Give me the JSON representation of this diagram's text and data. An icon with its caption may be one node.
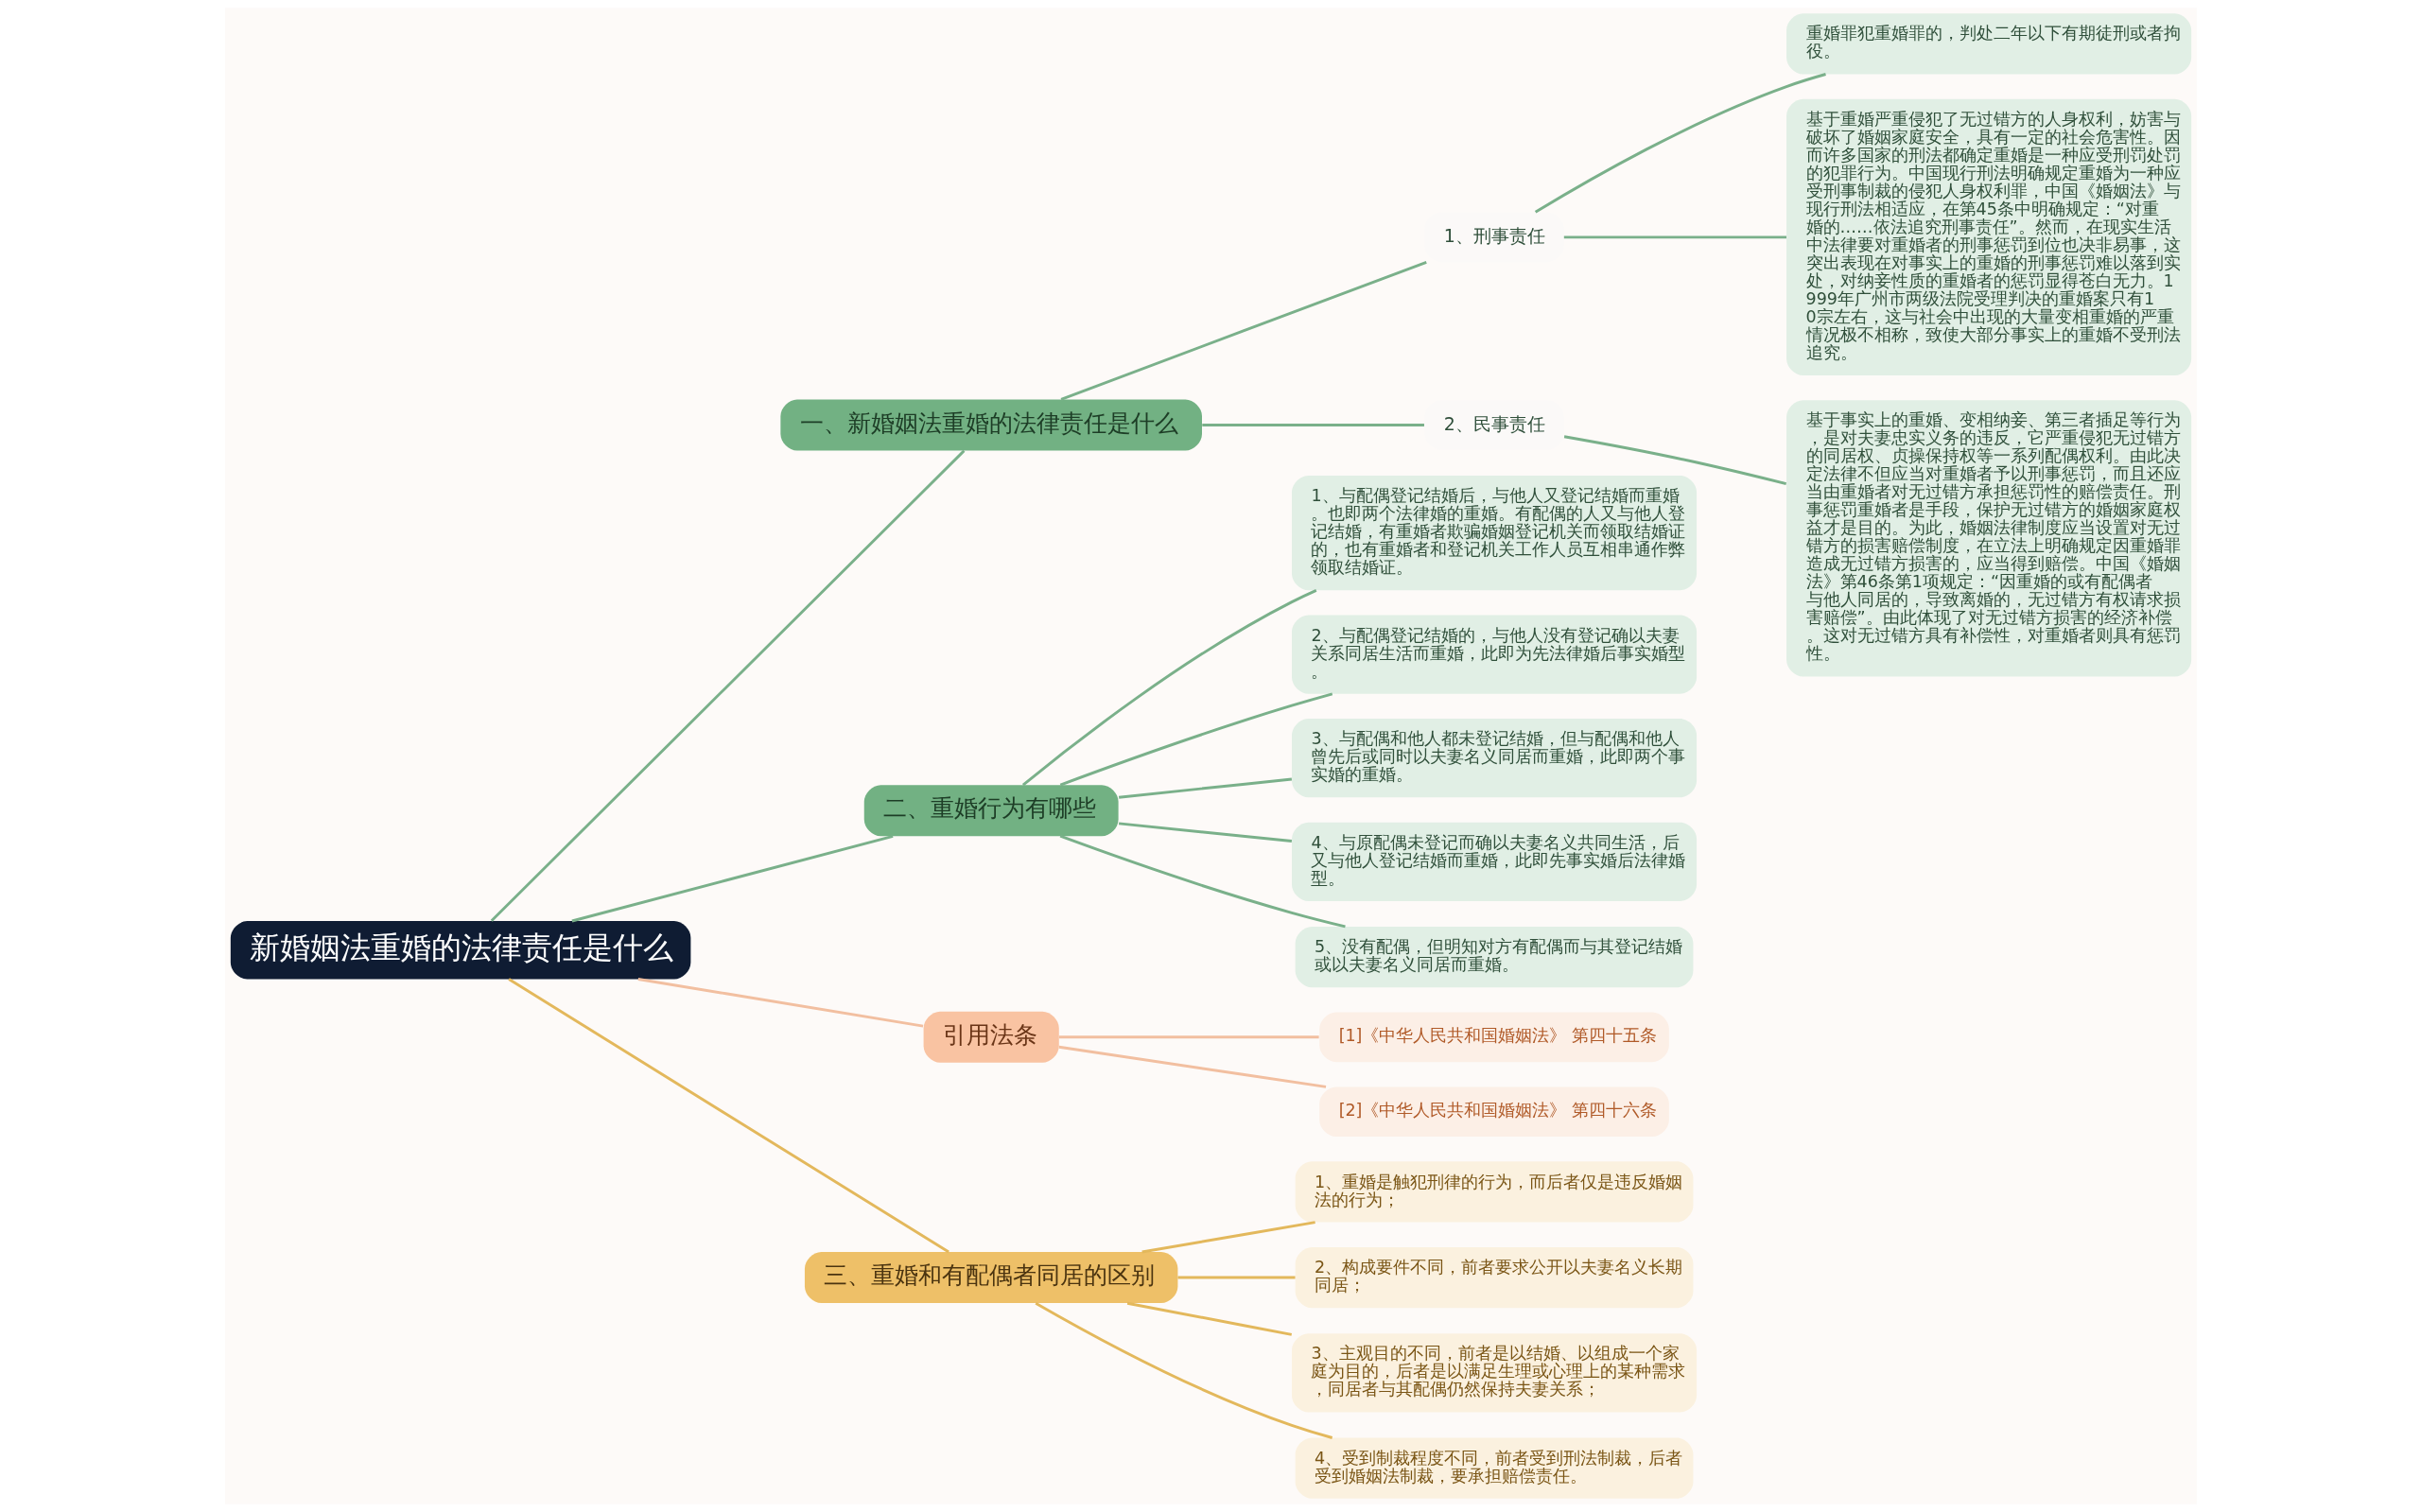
{
  "diagram": {
    "nodes": [
      {
        "text": [
          "新婚姻法重婚的法律责任是什么"
        ]
      },
      {
        "text": [
          "一、新婚姻法重婚的法律责任是什么"
        ]
      },
      {
        "text": [
          "1、刑事责任"
        ]
      },
      {
        "text": [
          "重婚罪犯重婚罪的，判处二年以下有期徒刑或者拘役。"
        ]
      },
      {
        "text": [
          "基于重婚严重侵犯了无过错方的人身权利，妨害与破坏了婚姻家庭安全，具有一定的社会危害性。因而许多国家的刑法都确定重婚是一种应受刑罚处罚的犯罪行为。中国现行刑法明确规定重婚为一种应受刑事制裁的侵犯人身权利罪，中国《婚姻法》与现行刑法相适应，在第45条中明确规定：“对重婚的……依法追究刑事责任”。然而，在现实生活中法律要对重婚者的刑事惩罚到位也决非易事，这突出表现在对事实上的重婚的刑事惩罚难以落到实处，对纳妾性质的重婚者的惩罚显得苍白无力。1999年广州市两级法院受理判决的重婚案只有10宗左右，这与社会中出现的大量变相重婚的严重情况极不相称，致使大部分事实上的重婚不受刑法追究。"
        ]
      },
      {
        "text": [
          "2、民事责任"
        ]
      },
      {
        "text": [
          "基于事实上的重婚、变相纳妾、第三者插足等行为，是对夫妻忠实义务的违反，它严重侵犯无过错方的同居权、贞操保持权等一系列配偶权利。由此决定法律不但应当对重婚者予以刑事惩罚，而且还应当由重婚者对无过错方承担惩罚性的赔偿责任。刑事惩罚重婚者是手段，保护无过错方的婚姻家庭权益才是目的。为此，婚姻法律制度应当设置对无过错方的损害赔偿制度，在立法上明确规定因重婚罪造成无过错方损害的，应当得到赔偿。中国《婚姻法》第46条第1项规定：“因重婚的或有配偶者与他人同居的，导致离婚的，无过错方有权请求损害赔偿”。由此体现了对无过错方损害的经济补偿。这对无过错方具有补偿性，对重婚者则具有惩罚性。"
        ]
      },
      {
        "text": [
          "二、重婚行为有哪些"
        ]
      },
      {
        "text": [
          "1、与配偶登记结婚后，与他人又登记结婚而重婚。也即两个法律婚的重婚。有配偶的人又与他人登记结婚，有重婚者欺骗婚姻登记机关而领取结婚证的，也有重婚者和登记机关工作人员互相串通作弊领取结婚证。"
        ]
      },
      {
        "text": [
          "2、与配偶登记结婚的，与他人没有登记确以夫妻关系同居生活而重婚，此即为先法律婚后事实婚型。"
        ]
      },
      {
        "text": [
          "3、与配偶和他人都未登记结婚，但与配偶和他人曾先后或同时以夫妻名义同居而重婚，此即两个事实婚的重婚。"
        ]
      },
      {
        "text": [
          "4、与原配偶未登记而确以夫妻名义共同生活，后又与他人登记结婚而重婚，此即先事实婚后法律婚型。"
        ]
      },
      {
        "text": [
          "5、没有配偶，但明知对方有配偶而与其登记结婚或以夫妻名义同居而重婚。"
        ]
      },
      {
        "text": [
          "引用法条"
        ]
      },
      {
        "text": [
          "[1]《中华人民共和国婚姻法》 第四十五条"
        ]
      },
      {
        "text": [
          "[2]《中华人民共和国婚姻法》 第四十六条"
        ]
      },
      {
        "text": [
          "三、重婚和有配偶者同居的区别"
        ]
      },
      {
        "text": [
          "1、重婚是触犯刑律的行为，而后者仅是违反婚姻法的行为；"
        ]
      },
      {
        "text": [
          "2、构成要件不同，前者要求公开以夫妻名义长期同居；"
        ]
      },
      {
        "text": [
          "3、主观目的不同，前者是以结婚、以组成一个家庭为目的，后者是以满足生理或心理上的某种需求，同居者与其配偶仍然保持夫妻关系；"
        ]
      },
      {
        "text": [
          "4、受到制裁程度不同，前者受到刑法制裁，后者受到婚姻法制裁，要承担赔偿责任。"
        ]
      }
    ],
    "edges": [
      {
        "from": 0,
        "to": 1,
        "arrow": "none"
      },
      {
        "from": 1,
        "to": 2,
        "arrow": "none"
      },
      {
        "from": 2,
        "to": 3,
        "arrow": "none"
      },
      {
        "from": 2,
        "to": 4,
        "arrow": "none"
      },
      {
        "from": 1,
        "to": 5,
        "arrow": "none"
      },
      {
        "from": 5,
        "to": 6,
        "arrow": "none"
      },
      {
        "from": 0,
        "to": 7,
        "arrow": "none"
      },
      {
        "from": 7,
        "to": 8,
        "arrow": "none"
      },
      {
        "from": 7,
        "to": 9,
        "arrow": "none"
      },
      {
        "from": 7,
        "to": 10,
        "arrow": "none"
      },
      {
        "from": 7,
        "to": 11,
        "arrow": "none"
      },
      {
        "from": 7,
        "to": 12,
        "arrow": "none"
      },
      {
        "from": 0,
        "to": 13,
        "arrow": "none",
        "color": "#f2bfa0"
      },
      {
        "from": 13,
        "to": 14,
        "arrow": "none",
        "color": "#f2bfa0"
      },
      {
        "from": 13,
        "to": 15,
        "arrow": "none",
        "color": "#f2bfa0"
      },
      {
        "from": 0,
        "to": 16,
        "arrow": "none",
        "color": "#e3b85c"
      },
      {
        "from": 16,
        "to": 17,
        "arrow": "none",
        "color": "#e3b85c"
      },
      {
        "from": 16,
        "to": 18,
        "arrow": "none",
        "color": "#e3b85c"
      },
      {
        "from": 16,
        "to": 19,
        "arrow": "none",
        "color": "#e3b85c"
      },
      {
        "from": 16,
        "to": 20,
        "arrow": "none",
        "color": "#e3b85c"
      }
    ]
  }
}
